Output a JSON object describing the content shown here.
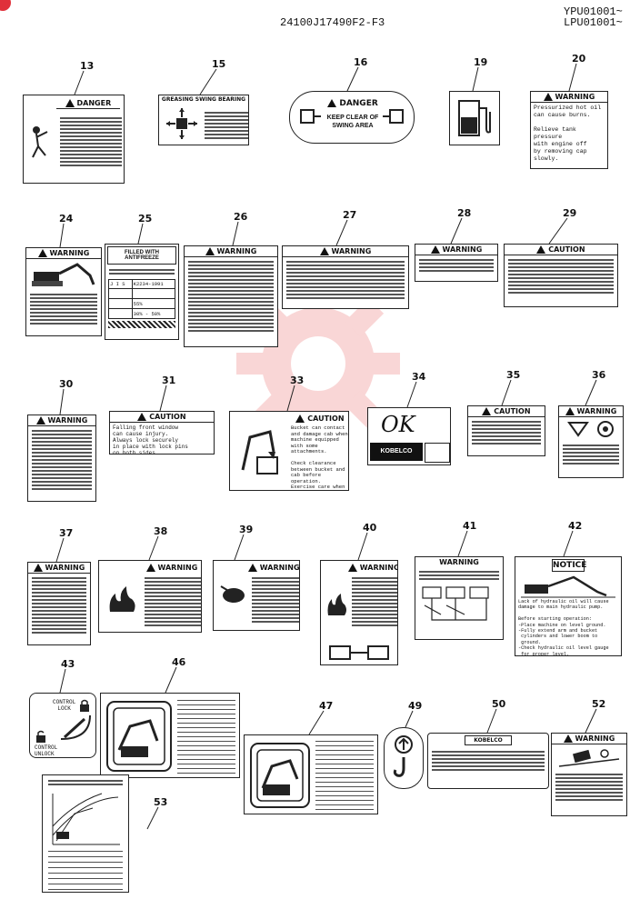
{
  "header": {
    "part_number": "24100J17490F2-F3",
    "serial_1": "YPU01001~",
    "serial_2": "LPU01001~"
  },
  "callouts": [
    "13",
    "15",
    "16",
    "19",
    "20",
    "24",
    "25",
    "26",
    "27",
    "28",
    "29",
    "30",
    "31",
    "33",
    "34",
    "35",
    "36",
    "37",
    "38",
    "39",
    "40",
    "41",
    "42",
    "43",
    "46",
    "47",
    "49",
    "50",
    "52",
    "53"
  ],
  "labels": {
    "l13_title": "DANGER",
    "l15_title": "GREASING SWING BEARING",
    "l16_title": "DANGER",
    "l16_line1": "KEEP CLEAR OF",
    "l16_line2": "SWING AREA",
    "l20_title": "WARNING",
    "l20_text": "Pressurized hot oil\ncan cause burns.\n\nRelieve tank pressure\nwith engine off\nby removing cap slowly.",
    "l24_title": "WARNING",
    "l25_title": "FILLED WITH ANTIFREEZE",
    "l25_r1": "J I S",
    "l25_r1b": "K2234-1991",
    "l25_r3b": "55%",
    "l25_r4b": "30% - 50%",
    "l26_title": "WARNING",
    "l27_title": "WARNING",
    "l28_title": "WARNING",
    "l29_title": "CAUTION",
    "l30_title": "WARNING",
    "l31_title": "CAUTION",
    "l31_text": "Falling front window\ncan cause injury.\nAlways lock securely\nin place with lock pins\non both sides.",
    "l33_title": "CAUTION",
    "l33_text": "Bucket can contact\nand damage cab when\nmachine equipped\nwith some attachments.\n\nCheck clearance\nbetween bucket and\ncab before operation.\nExercise care when\noperating a bucket\nnear cab.",
    "l34_hand": "OK",
    "l34_brand": "KOBELCO",
    "l35_title": "CAUTION",
    "l36_title": "WARNING",
    "l37_title": "WARNING",
    "l38_title": "WARNING",
    "l39_title": "WARNING",
    "l40_title": "WARNING",
    "l41_title": "WARNING",
    "l42_title": "NOTICE",
    "l42_text": "Lack of hydraulic oil will cause\ndamage to main hydraulic pump.\n\nBefore starting operation:\n-Place machine on level ground.\n-Fully extend arm and bucket\n cylinders and lower boom to\n ground.\n-Check hydraulic oil level gauge\n for proper level.",
    "l43_lock": "CONTROL\nLOCK",
    "l43_unlock": "CONTROL\nUNLOCK",
    "l50_title": "KOBELCO"
  },
  "colors": {
    "ink": "#111111",
    "watermark": "#e02020"
  }
}
